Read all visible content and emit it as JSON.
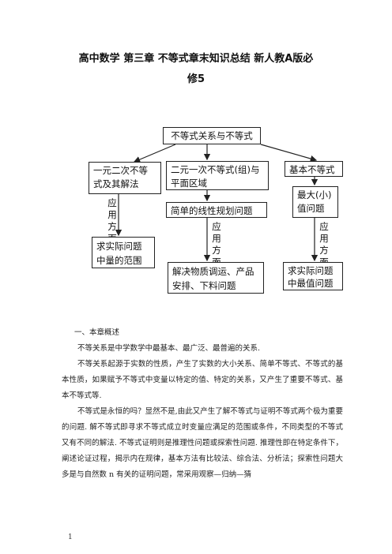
{
  "document": {
    "title_line1": "高中数学 第三章 不等式章末知识总结 新人教A版必",
    "title_line2": "修5"
  },
  "diagram": {
    "root": "不等式关系与不等式",
    "branch_left": "一元二次不等式及其解法",
    "branch_mid": "二元一次不等式(组)与平面区域",
    "branch_right": "基本不等式",
    "mid_child": "简单的线性规划问题",
    "right_child": "最大(小)值问题",
    "apply_left": "应用方面",
    "apply_mid": "应用方面",
    "apply_right": "应用方面",
    "left_leaf": "求实际问题中量的范围",
    "mid_leaf": "解决物质调运、产品安排、下料问题",
    "right_leaf": "求实际问题中最值问题"
  },
  "body": {
    "section_heading": "一、本章概述",
    "p1": "不等关系是中学数学中最基本、最广泛、最普遍的关系.",
    "p2": "不等关系起源于实数的性质，产生了实数的大小关系、简单不等式、不等式的基本性质，如果赋予不等式中变量以特定的值、特定的关系，又产生了重要不等式、基本不等式等.",
    "p3": "不等式是永恒的吗？显然不是,由此又产生了解不等式与证明不等式两个极为重要的问题. 解不等式即寻求不等式成立时变量应满足的范围或条件，不同类型的不等式又有不同的解法. 不等式证明则是推理性问题或探索性问题. 推理性即在特定条件下，阐述论证过程，揭示内在规律，基本方法有比较法、综合法、分析法；探索性问题大多是与自然数 n 有关的证明问题，常采用观察—归纳—猜"
  },
  "footer": {
    "page_number": "1"
  }
}
